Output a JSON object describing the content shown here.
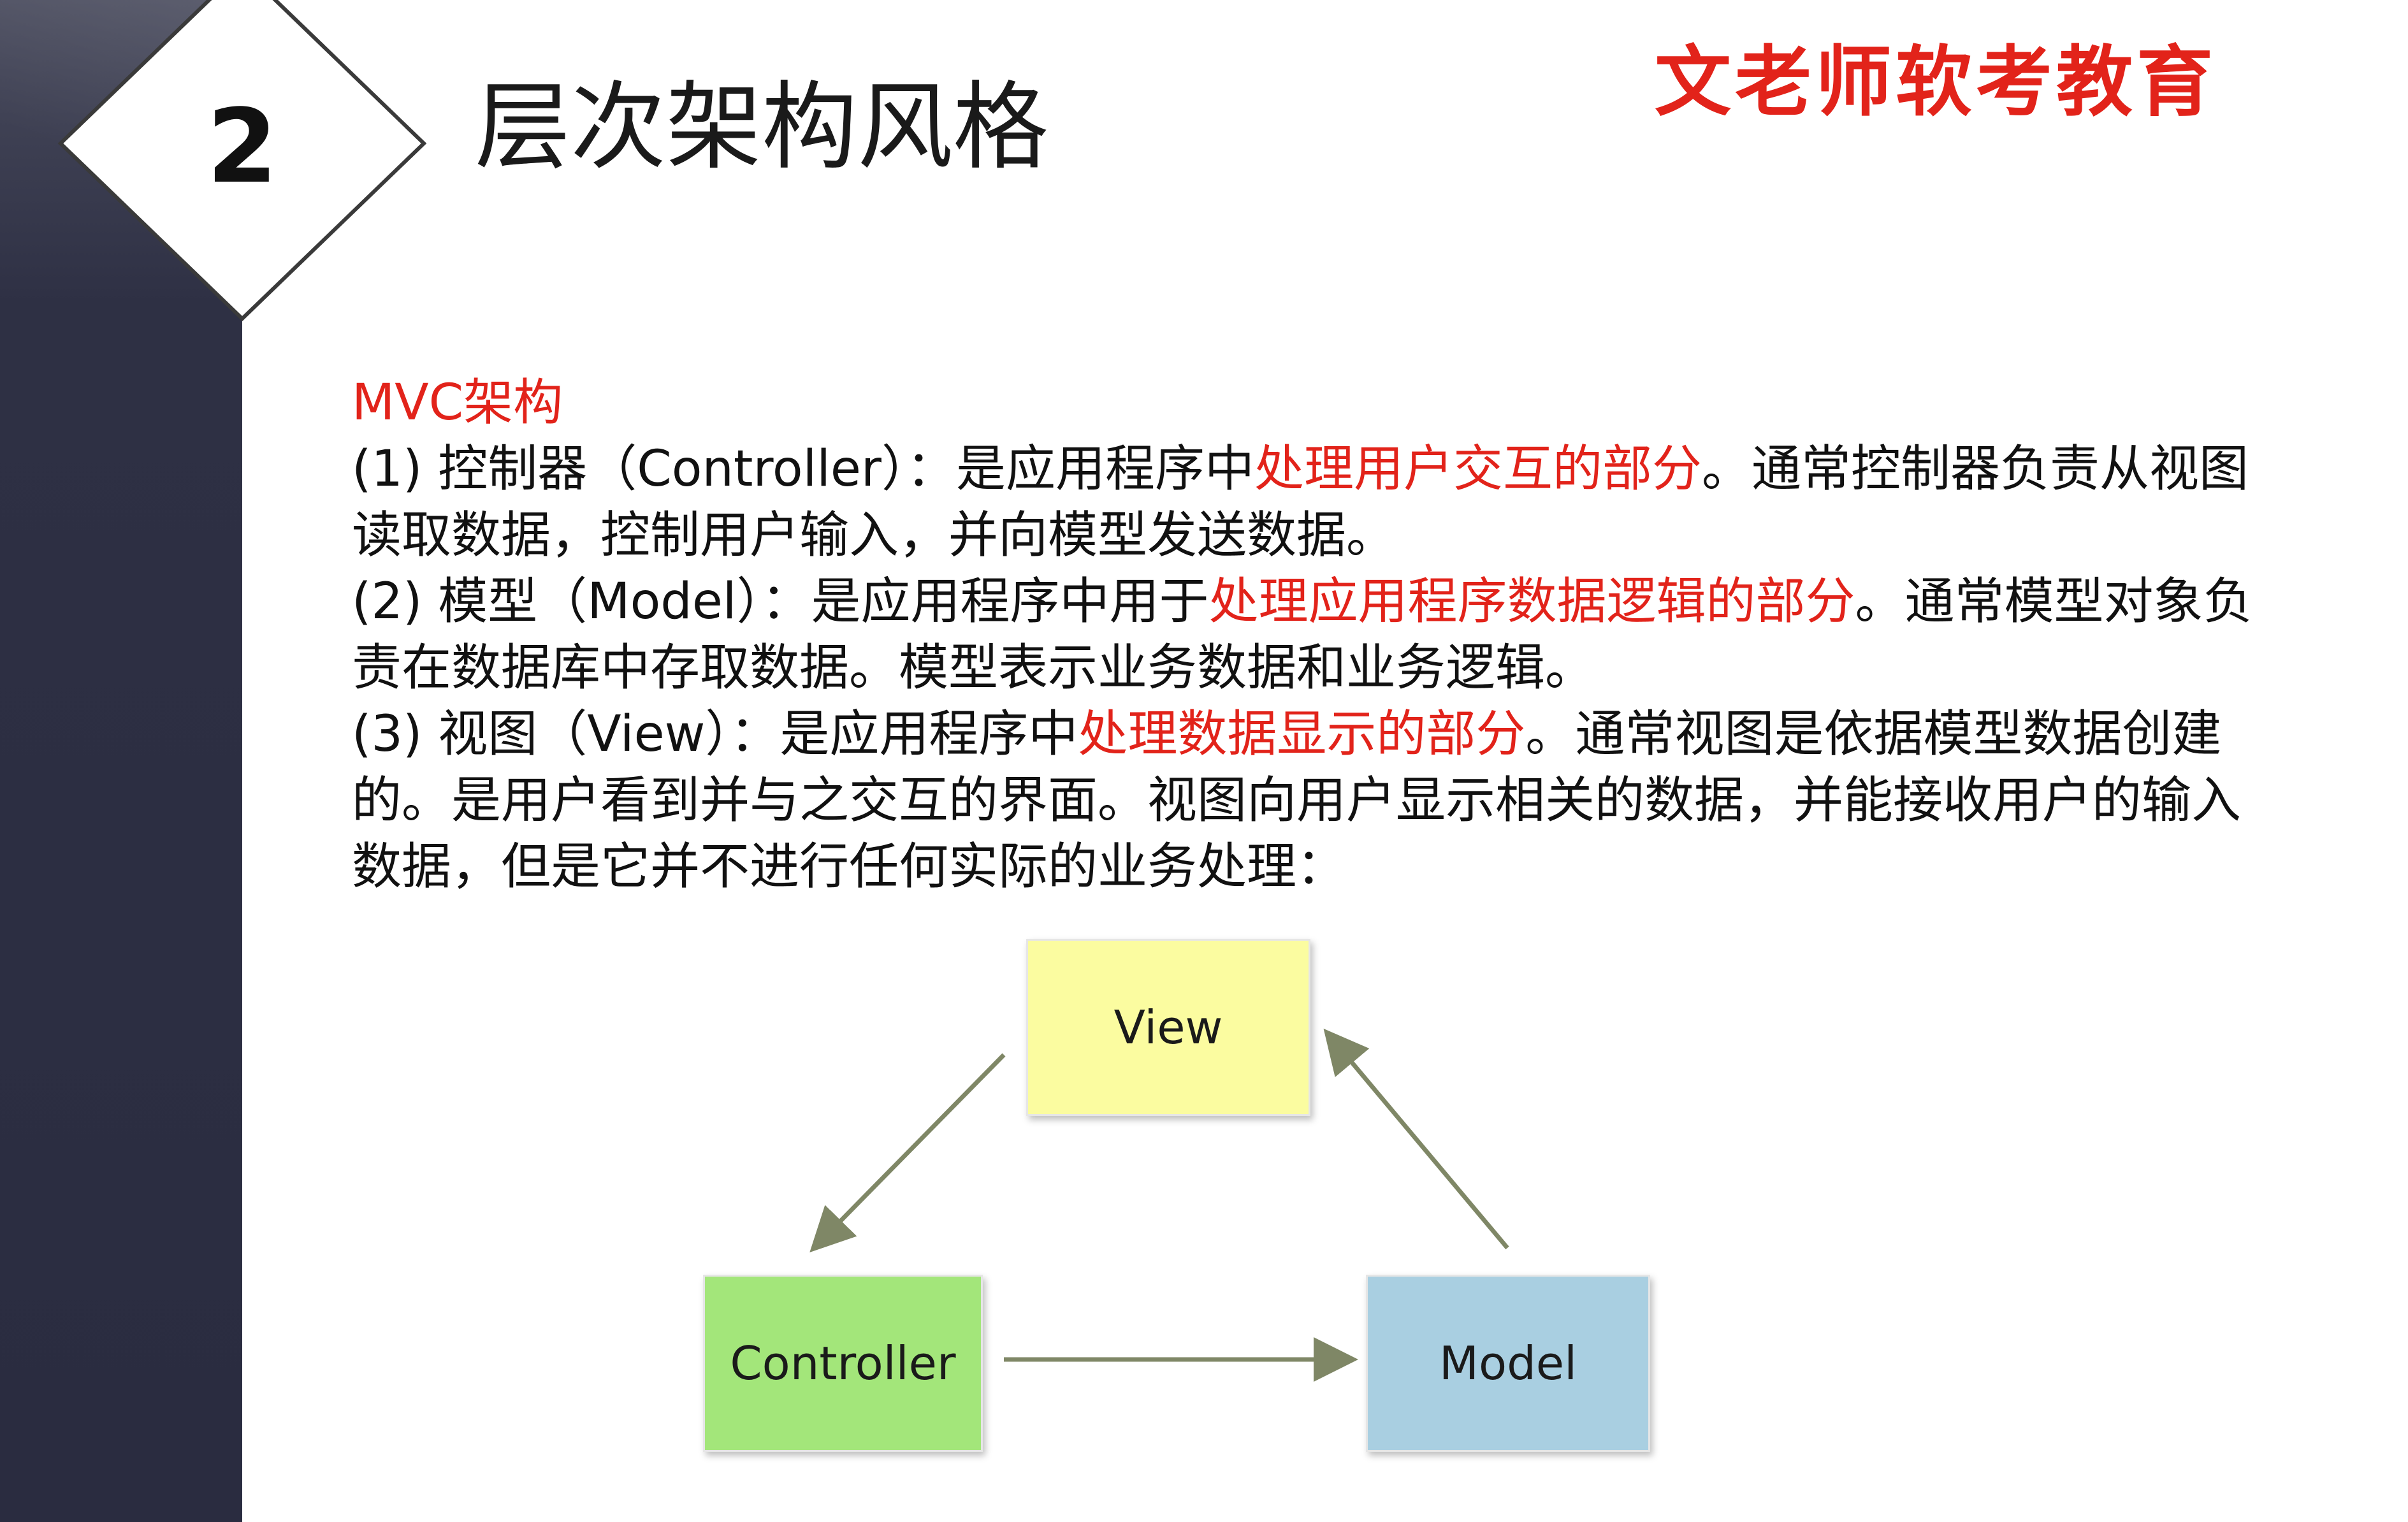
{
  "slide": {
    "number": "2",
    "title": "层次架构风格",
    "brand": "文老师软考教育"
  },
  "content": {
    "heading": "MVC架构",
    "items": [
      {
        "prefix": "(1) 控制器（Controller）：是应用程序中",
        "highlight": "处理用户交互的部分",
        "suffix": "。通常控制器负责从视图读取数据，控制用户输入，并向模型发送数据。"
      },
      {
        "prefix": "(2) 模型（Model）：是应用程序中用于",
        "highlight": "处理应用程序数据逻辑的部分",
        "suffix": "。通常模型对象负责在数据库中存取数据。模型表示业务数据和业务逻辑。"
      },
      {
        "prefix": "(3) 视图（View）：是应用程序中",
        "highlight": "处理数据显示的部分",
        "suffix": "。通常视图是依据模型数据创建的。是用户看到并与之交互的界面。视图向用户显示相关的数据，并能接收用户的输入数据，但是它并不进行任何实际的业务处理："
      }
    ]
  },
  "diagram": {
    "view_label": "View",
    "controller_label": "Controller",
    "model_label": "Model",
    "colors": {
      "view": "#fbfca0",
      "controller": "#a3e67a",
      "model": "#a9cfe1",
      "arrow": "#7f8766"
    }
  },
  "colors": {
    "accent": "#e2231a",
    "sidebar": "#2a2c40"
  }
}
